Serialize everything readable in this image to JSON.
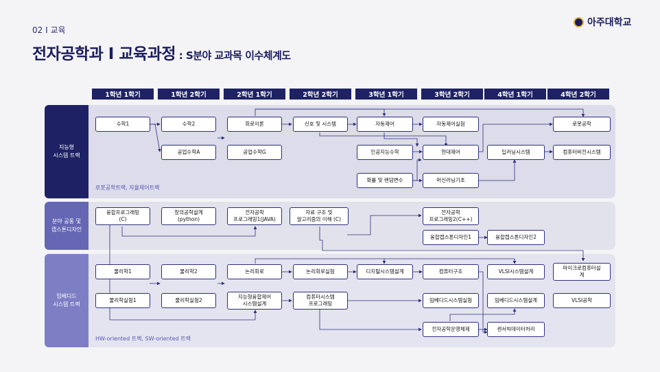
{
  "header": {
    "section_label": "02 I 교육",
    "title_main": "전자공학과 I 교육과정",
    "title_sub": " : S분야 교과목 이수체계도",
    "logo_text": "아주대학교"
  },
  "semesters": [
    "1학년 1학기",
    "1학년 2학기",
    "2학년 1학기",
    "2학년 2학기",
    "3학년 1학기",
    "3학년 2학기",
    "4학년 1학기",
    "4학년 2학기"
  ],
  "tracks": {
    "intelligent": {
      "label": "지능형\n시스템 트랙",
      "note": "로봇공학트랙, 자율제어트랙",
      "courses": {
        "math1": "수학1",
        "math2": "수학2",
        "eng_math_a": "공업수학A",
        "circuit": "회로이론",
        "eng_math_g": "공업수학G",
        "signals": "신호 및 시스템",
        "auto_control": "자동제어",
        "ai_math": "인공지능수학",
        "probability": "확률 및 랜덤변수",
        "auto_control_lab": "자동제어실험",
        "modern_control": "현대제어",
        "ml_basics": "머신러닝기초",
        "dl_systems": "딥러닝시스템",
        "robotics": "로봇공학",
        "cv_systems": "컴퓨터비전시스템"
      }
    },
    "common": {
      "label": "분야 공통 및\n캡스톤디자인",
      "courses": {
        "conv_prog_c": "융합프로그래밍\n(C)",
        "creative_design": "창의공학설계\n(python)",
        "ee_prog_java": "전자공학\n프로그래밍1(JAVA)",
        "data_struct": "자료 구조 및\n알고리즘의 이해 (C)",
        "ee_prog_cpp": "전자공학\n프로그래밍2(C++)",
        "capstone1": "융합캡스톤디자인1",
        "capstone2": "융합캡스톤디자인2"
      }
    },
    "embedded": {
      "label": "임베디드\n시스템 트랙",
      "note": "HW-oriented 트랙, SW-oriented 트랙",
      "courses": {
        "physics1": "물리학1",
        "physics2": "물리학2",
        "physics_lab1": "물리학실험1",
        "physics_lab2": "물리학실험2",
        "logic_circuit": "논리회로",
        "intelligent_design": "지능형융합제어\n시스템설계",
        "logic_lab": "논리회로실험",
        "computer_sys_prog": "컴퓨터시스템\n프로그래밍",
        "digital_design": "디지털시스템설계",
        "comp_arch": "컴퓨터구조",
        "embedded_lab": "임베디드시스템실험",
        "ee_os": "전자공학운영체제",
        "vlsi_design": "VLSI시스템설계",
        "embedded_design": "임베디드시스템설계",
        "sensor_data": "센서빅데이터처리",
        "micro_design": "마이크로컴퓨터설\n계",
        "vlsi_eng": "VLSI공학"
      }
    }
  }
}
